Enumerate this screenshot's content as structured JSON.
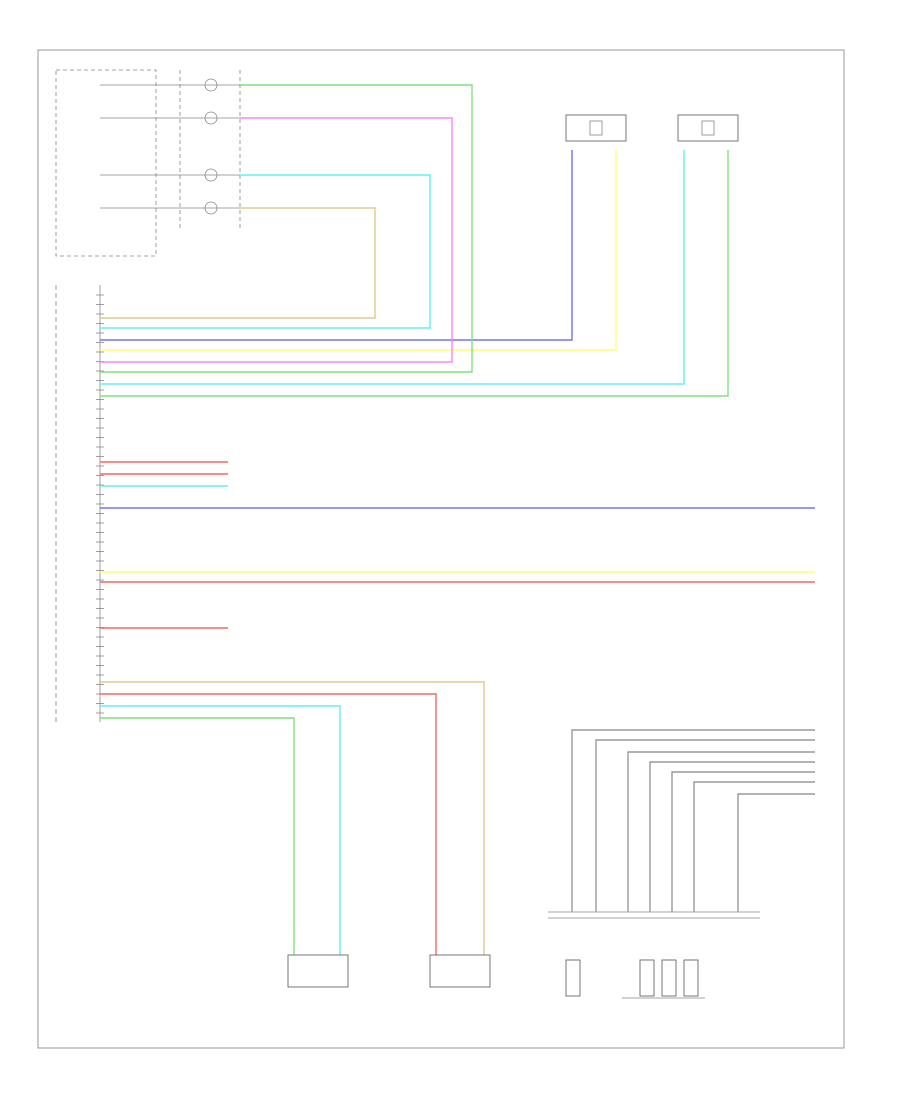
{
  "diagram": {
    "page_label": "",
    "module_label": "",
    "sensor_group_label": ""
  },
  "colors": {
    "green": "#7fe07f",
    "pink": "#ff80ff",
    "cyan": "#60f0f0",
    "yellow": "#ffff70",
    "tan": "#e0c890",
    "blue": "#7070ff",
    "red": "#ff6060",
    "gray": "#999999"
  },
  "wires": [
    {
      "id": "w1",
      "color": "tan"
    },
    {
      "id": "w2",
      "color": "cyan"
    },
    {
      "id": "w3",
      "color": "blue"
    },
    {
      "id": "w4",
      "color": "yellow"
    },
    {
      "id": "w5",
      "color": "pink"
    },
    {
      "id": "w6",
      "color": "green"
    },
    {
      "id": "w7",
      "color": "cyan"
    },
    {
      "id": "w8",
      "color": "green"
    },
    {
      "id": "w9",
      "color": "red"
    },
    {
      "id": "w10",
      "color": "red"
    },
    {
      "id": "w11",
      "color": "cyan"
    },
    {
      "id": "w12",
      "color": "blue"
    },
    {
      "id": "w13",
      "color": "yellow"
    },
    {
      "id": "w14",
      "color": "red"
    },
    {
      "id": "w15",
      "color": "red"
    },
    {
      "id": "w16",
      "color": "tan"
    },
    {
      "id": "w17",
      "color": "red"
    },
    {
      "id": "w18",
      "color": "cyan"
    },
    {
      "id": "w19",
      "color": "green"
    }
  ]
}
